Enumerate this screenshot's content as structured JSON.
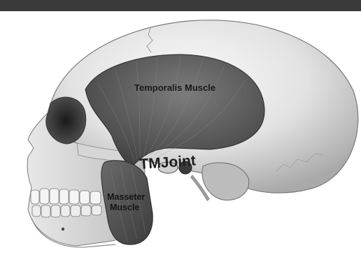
{
  "labels": {
    "temporalis": "Temporalis Muscle",
    "tmjoint": "TMJoint",
    "masseter_line1": "Masseter",
    "masseter_line2": "Muscle"
  },
  "colors": {
    "top_bar": "#3a3a3a",
    "bone_light": "#f2f2f2",
    "bone_mid": "#c9c9c9",
    "bone_dark": "#8a8a8a",
    "muscle": "#5e5e5e"
  }
}
